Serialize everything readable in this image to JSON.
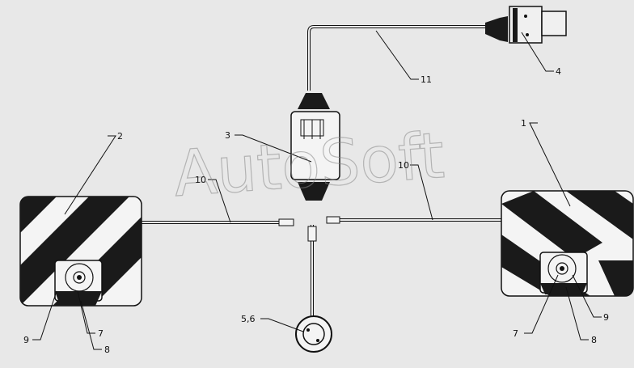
{
  "watermark": "AutoSoft",
  "callouts": {
    "c1": "1",
    "c2": "2",
    "c3": "3",
    "c4": "4",
    "c56": "5,6",
    "c7_left": "7",
    "c8_left": "8",
    "c9_left": "9",
    "c7_right": "7",
    "c8_right": "8",
    "c9_right": "9",
    "c10_left": "10",
    "c10_right": "10",
    "c11": "11"
  },
  "colors": {
    "background": "#e8e8e8",
    "ink": "#111111",
    "panel_fill": "#f4f4f4",
    "stripe": "#1a1a1a"
  }
}
